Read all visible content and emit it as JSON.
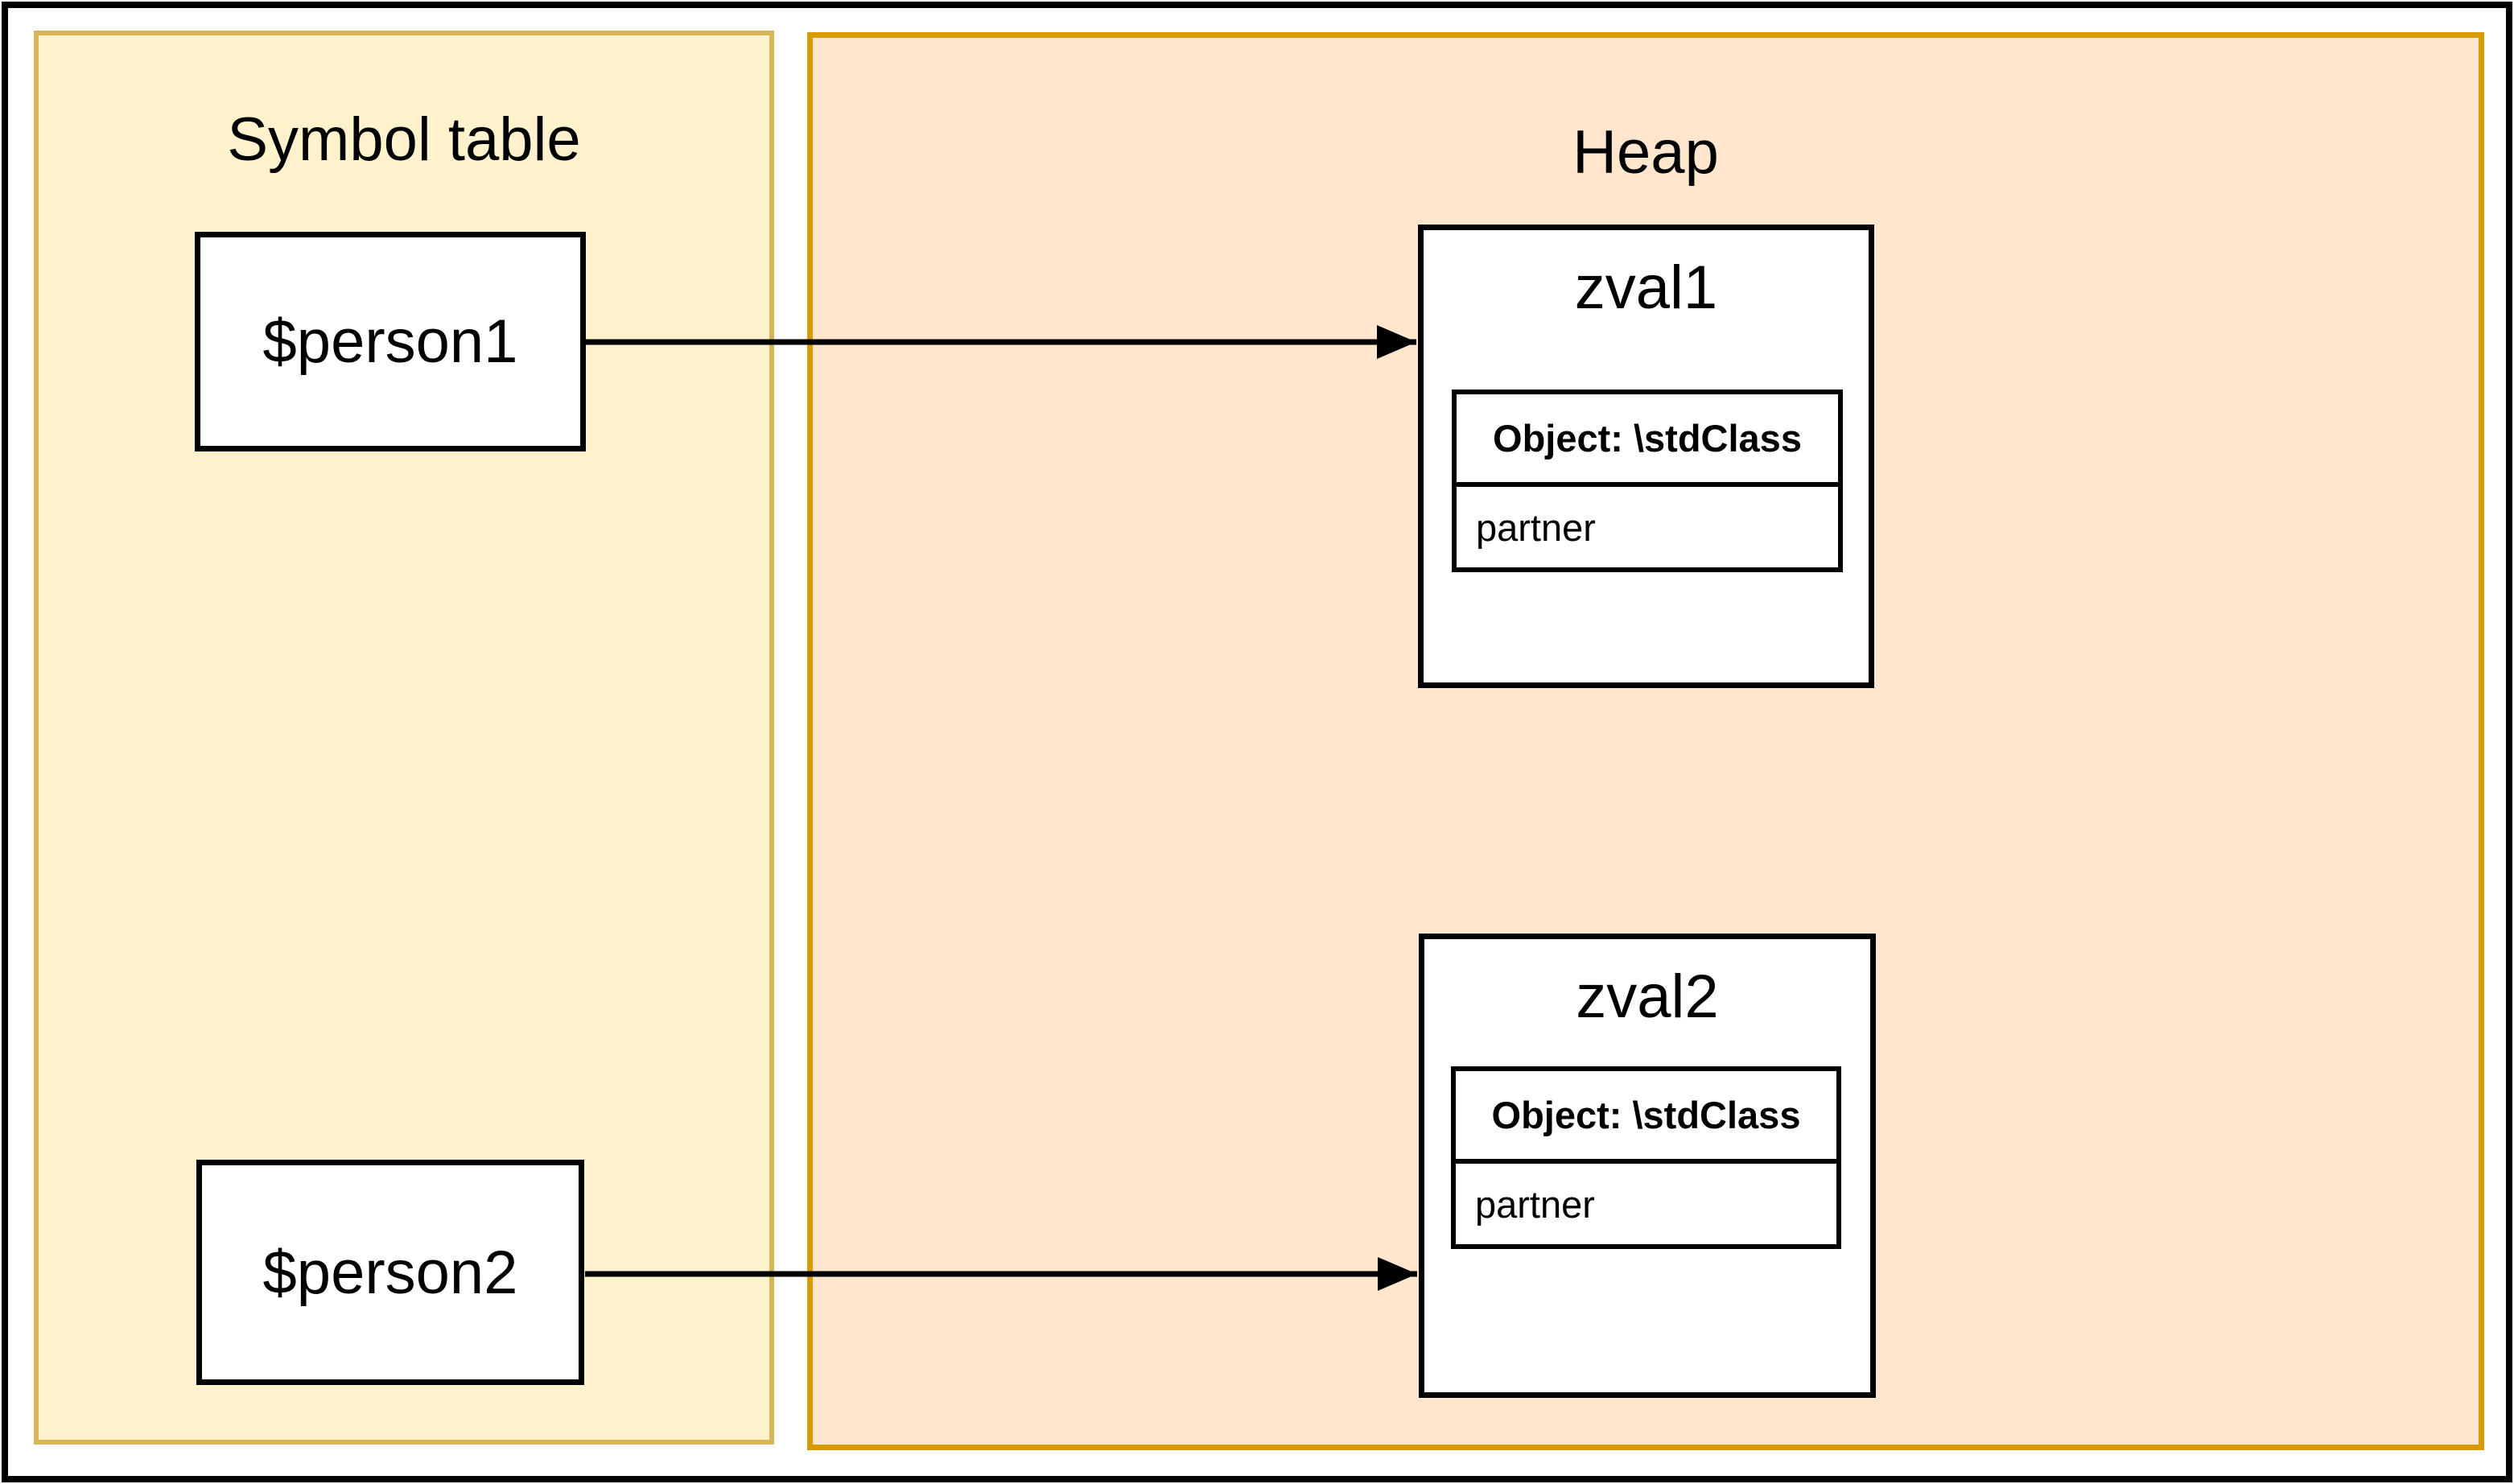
{
  "diagram": {
    "symbol_table": {
      "title": "Symbol table",
      "variables": [
        {
          "label": "$person1"
        },
        {
          "label": "$person2"
        }
      ]
    },
    "heap": {
      "title": "Heap",
      "zvals": [
        {
          "title": "zval1",
          "type_label": "Object: \\stdClass",
          "properties": [
            "partner"
          ]
        },
        {
          "title": "zval2",
          "type_label": "Object: \\stdClass",
          "properties": [
            "partner"
          ]
        }
      ]
    },
    "edges": [
      {
        "from": "$person1",
        "to": "zval1"
      },
      {
        "from": "$person2",
        "to": "zval2"
      }
    ],
    "colors": {
      "canvas_background": "#FFFFFF",
      "symbol_table_fill": "#FFF2CC",
      "symbol_table_stroke": "#D6B656",
      "heap_fill": "#FFE6CC",
      "heap_stroke": "#D79B00",
      "node_fill": "#FFFFFF",
      "node_stroke": "#000000",
      "arrow": "#000000",
      "text": "#000000",
      "frame": "#000000"
    }
  }
}
